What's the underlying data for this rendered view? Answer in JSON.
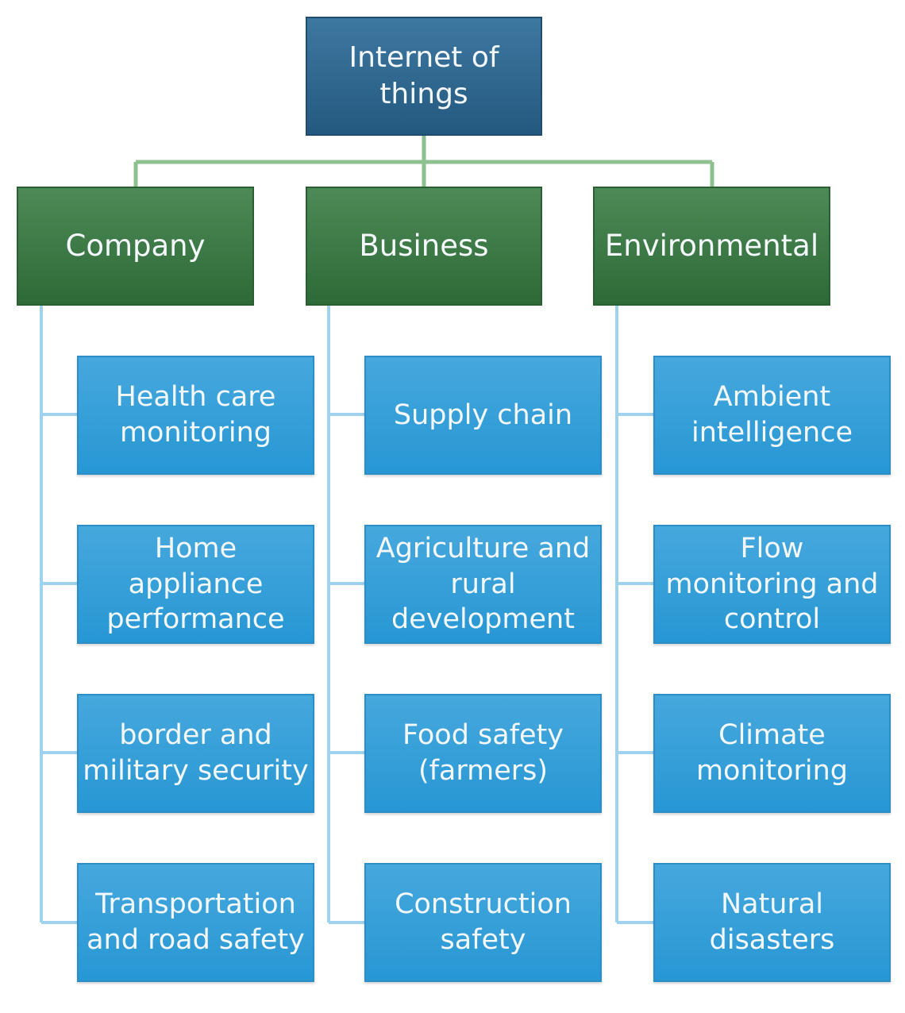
{
  "root": {
    "label": "Internet of\nthings"
  },
  "categories": [
    {
      "label": "Company",
      "items": [
        {
          "label": "Health care\nmonitoring"
        },
        {
          "label": "Home\nappliance\nperformance"
        },
        {
          "label": "border and\nmilitary security"
        },
        {
          "label": "Transportation\nand road safety"
        }
      ]
    },
    {
      "label": "Business",
      "items": [
        {
          "label": "Supply chain"
        },
        {
          "label": "Agriculture and\nrural\ndevelopment"
        },
        {
          "label": "Food safety\n(farmers)"
        },
        {
          "label": "Construction\nsafety"
        }
      ]
    },
    {
      "label": "Environmental",
      "items": [
        {
          "label": "Ambient\nintelligence"
        },
        {
          "label": "Flow\nmonitoring and\ncontrol"
        },
        {
          "label": "Climate\nmonitoring"
        },
        {
          "label": "Natural\ndisasters"
        }
      ]
    }
  ],
  "colors": {
    "root_connector": "#8cc08f",
    "leaf_connector": "#9fd2ee"
  }
}
